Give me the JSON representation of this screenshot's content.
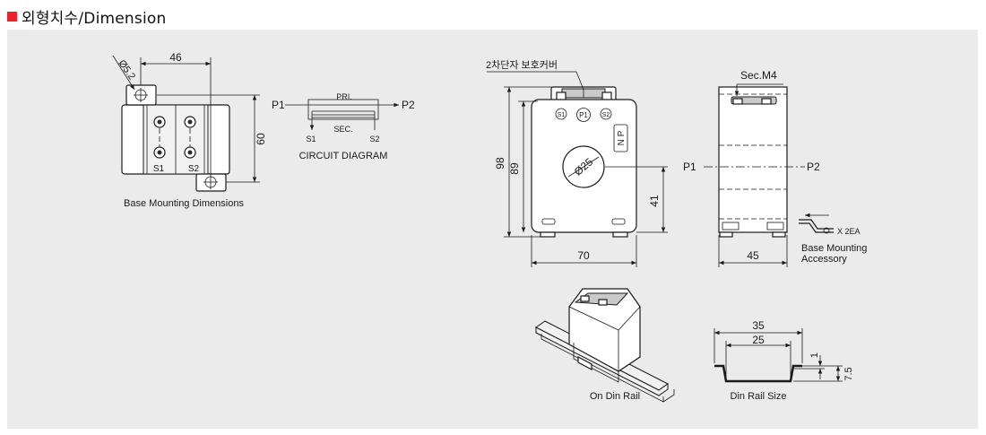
{
  "header": {
    "title": "외형치수/Dimension",
    "accent_color": "#e8242a"
  },
  "base_mounting": {
    "caption": "Base Mounting Dimensions",
    "dim_width": "46",
    "dim_height": "60",
    "hole": "Ø5.2",
    "terminal_s1": "S1",
    "terminal_s2": "S2"
  },
  "circuit": {
    "caption": "CIRCUIT DIAGRAM",
    "p1": "P1",
    "p2": "P2",
    "pri": "PRI.",
    "sec": "SEC.",
    "s1": "S1",
    "s2": "S2"
  },
  "front_view": {
    "cover_label": "2차단자 보호커버",
    "terminal_s1": "S1",
    "terminal_p1": "P1",
    "terminal_s2": "S2",
    "np_label": "N P",
    "hole_dia": "Ø25",
    "dim_98": "98",
    "dim_89": "89",
    "dim_41": "41",
    "dim_70": "70"
  },
  "side_view": {
    "screw": "Sec.M4",
    "p1": "P1",
    "p2": "P2",
    "dim_45": "45"
  },
  "accessory": {
    "qty": "X 2EA",
    "caption_line1": "Base Mounting",
    "caption_line2": "Accessory"
  },
  "din_rail_mount": {
    "caption": "On Din Rail"
  },
  "din_rail_size": {
    "caption": "Din Rail Size",
    "dim_35": "35",
    "dim_25": "25",
    "dim_1": "1",
    "dim_75": "7.5"
  }
}
